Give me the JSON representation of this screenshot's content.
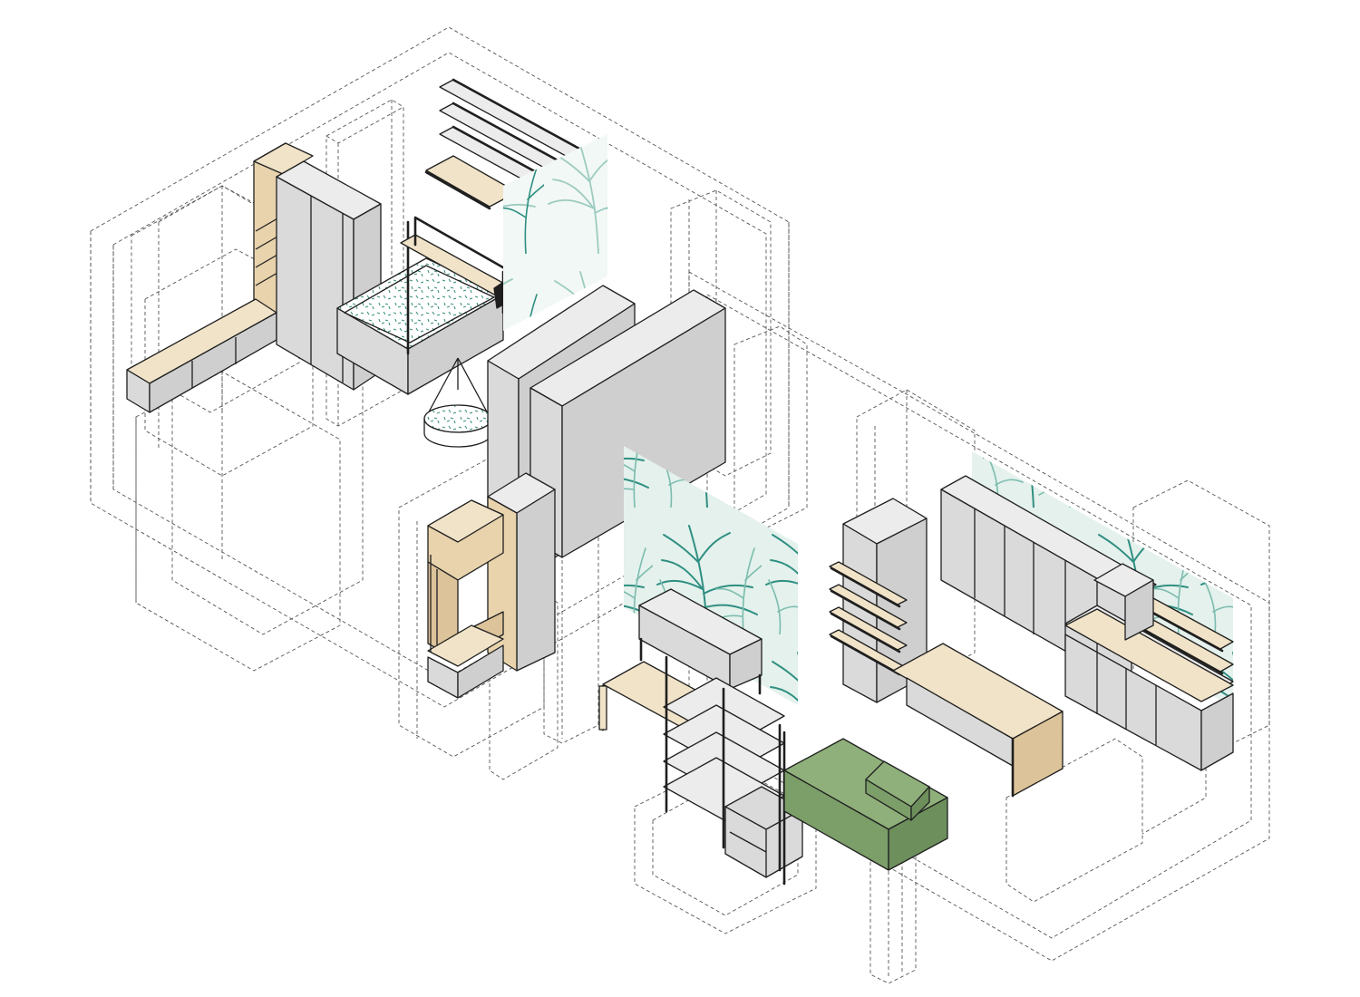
{
  "diagram": {
    "type": "isometric-interior-furniture-axonometric",
    "colors": {
      "cabinet_grey": "#d7d7d7",
      "wood": "#ecd9b7",
      "sofa_green": "#7fa26c",
      "wallpaper_teal": "#2f8f82",
      "wallpaper_light": "#cfe7e0",
      "outline": "#1f1f1f",
      "dashed_walls": "#555555"
    },
    "components": [
      "wardrobe-column",
      "l-shaped-desk",
      "bed-loft",
      "hanging-swing-chair",
      "open-shelves",
      "palm-wallpaper-panel-bedroom",
      "central-partition-wall",
      "entry-storage-bench",
      "palm-wallpaper-panel-living",
      "tv-sideboard",
      "dining-table",
      "pole-shelving-unit",
      "green-sofa",
      "kitchen-tall-cabinet",
      "kitchen-wall-shelves",
      "kitchen-worktop-desk",
      "kitchen-cabinet-run",
      "palm-wallpaper-panel-kitchen"
    ]
  }
}
